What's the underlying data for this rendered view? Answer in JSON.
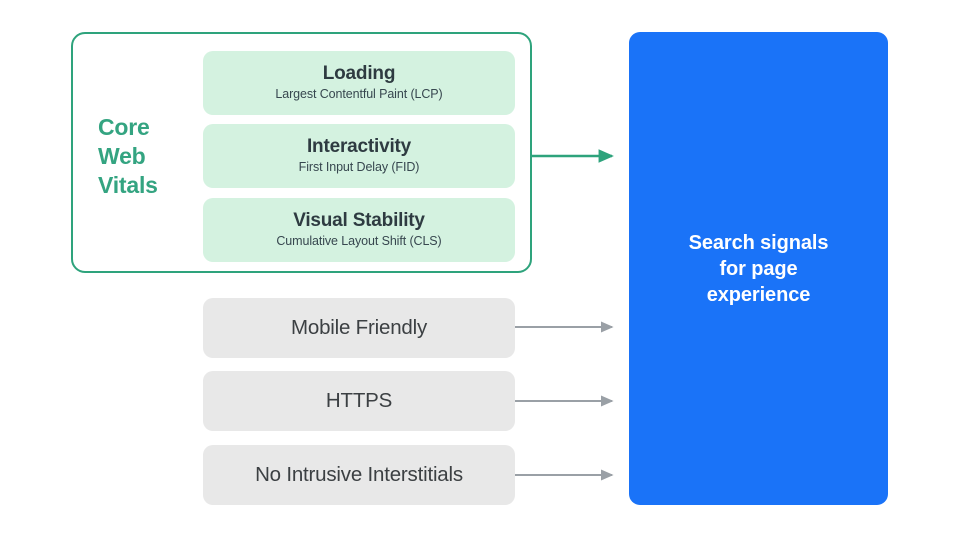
{
  "diagram": {
    "title": "Search signals for page experience",
    "colors": {
      "green_accent": "#34A481",
      "green_border": "#2EA37C",
      "green_card_bg": "#D4F2E0",
      "gray_card_bg": "#E8E8E8",
      "blue_box_bg": "#1A73F8",
      "dark_text": "#3C4043",
      "arrow_gray": "#9AA0A6",
      "arrow_green": "#2EA37C"
    }
  },
  "core_web_vitals": {
    "group_label": "Core Web Vitals",
    "group_label_lines": [
      "Core",
      "Web",
      "Vitals"
    ],
    "metrics": [
      {
        "title": "Loading",
        "subtitle": "Largest Contentful Paint (LCP)",
        "abbr": "LCP"
      },
      {
        "title": "Interactivity",
        "subtitle": "First Input Delay (FID)",
        "abbr": "FID"
      },
      {
        "title": "Visual Stability",
        "subtitle": "Cumulative Layout Shift (CLS)",
        "abbr": "CLS"
      }
    ]
  },
  "other_signals": [
    {
      "label": "Mobile Friendly"
    },
    {
      "label": "HTTPS"
    },
    {
      "label": "No Intrusive Interstitials"
    }
  ],
  "destination": {
    "lines": [
      "Search signals",
      "for page",
      "experience"
    ],
    "text": "Search signals for page experience"
  },
  "connectors": [
    {
      "from": "core-web-vitals-group",
      "to": "search-signals-box",
      "color": "green"
    },
    {
      "from": "mobile-friendly",
      "to": "search-signals-box",
      "color": "gray"
    },
    {
      "from": "https",
      "to": "search-signals-box",
      "color": "gray"
    },
    {
      "from": "no-intrusive-interstitials",
      "to": "search-signals-box",
      "color": "gray"
    }
  ]
}
